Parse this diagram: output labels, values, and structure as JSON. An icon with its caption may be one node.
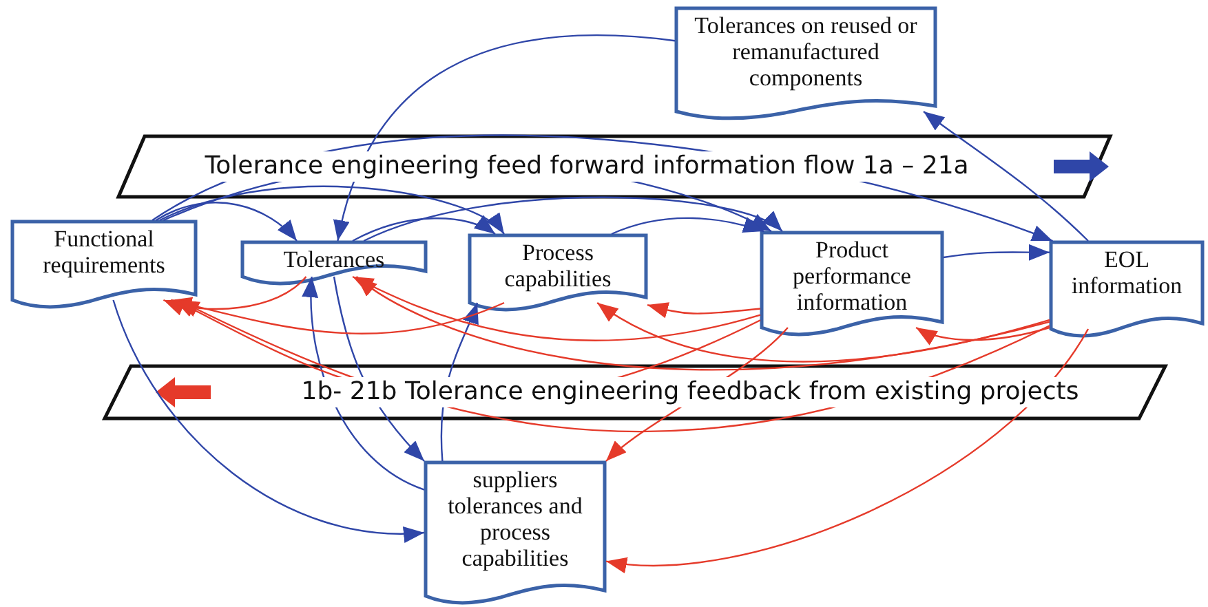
{
  "diagram": {
    "nodes": [
      {
        "text": [
          "Tolerances on reused or remanufactured components"
        ]
      },
      {
        "text": [
          "Functional requirements"
        ]
      },
      {
        "text": [
          "Tolerances"
        ]
      },
      {
        "text": [
          "Process capabilities"
        ]
      },
      {
        "text": [
          "Product performance information"
        ]
      },
      {
        "text": [
          "EOL information"
        ]
      },
      {
        "text": [
          "suppliers tolerances and process capabilities"
        ]
      }
    ],
    "edges": [
      {
        "from": 1,
        "to": 2,
        "arrow": "to"
      },
      {
        "from": 1,
        "to": 3,
        "arrow": "to"
      },
      {
        "from": 1,
        "to": 4,
        "arrow": "to"
      },
      {
        "from": 1,
        "to": 5,
        "arrow": "to"
      },
      {
        "from": 0,
        "to": 2,
        "arrow": "to"
      },
      {
        "from": 2,
        "to": 3,
        "arrow": "to"
      },
      {
        "from": 2,
        "to": 4,
        "arrow": "to"
      },
      {
        "from": 3,
        "to": 4,
        "arrow": "to"
      },
      {
        "from": 4,
        "to": 5,
        "arrow": "to"
      },
      {
        "from": 5,
        "to": 0,
        "arrow": "to"
      },
      {
        "from": 1,
        "to": 6,
        "arrow": "to"
      },
      {
        "from": 2,
        "to": 6,
        "arrow": "to"
      },
      {
        "from": 6,
        "to": 2,
        "arrow": "to"
      },
      {
        "from": 6,
        "to": 3,
        "arrow": "to"
      },
      {
        "from": 2,
        "to": 1,
        "arrow": "to",
        "color": "#e53a2a"
      },
      {
        "from": 3,
        "to": 1,
        "arrow": "to",
        "color": "#e53a2a"
      },
      {
        "from": 4,
        "to": 1,
        "arrow": "to",
        "color": "#e53a2a"
      },
      {
        "from": 5,
        "to": 1,
        "arrow": "to",
        "color": "#e53a2a"
      },
      {
        "from": 4,
        "to": 2,
        "arrow": "to",
        "color": "#e53a2a"
      },
      {
        "from": 5,
        "to": 2,
        "arrow": "to",
        "color": "#e53a2a"
      },
      {
        "from": 4,
        "to": 3,
        "arrow": "to",
        "color": "#e53a2a"
      },
      {
        "from": 5,
        "to": 3,
        "arrow": "to",
        "color": "#e53a2a"
      },
      {
        "from": 5,
        "to": 4,
        "arrow": "to",
        "color": "#e53a2a"
      },
      {
        "from": 4,
        "to": 6,
        "arrow": "to",
        "color": "#e53a2a"
      },
      {
        "from": 5,
        "to": 6,
        "arrow": "to",
        "color": "#e53a2a"
      }
    ],
    "labels": [
      "Tolerance engineering feed forward information flow 1a – 21a",
      "1b- 21b Tolerance engineering feedback from existing projects"
    ]
  }
}
